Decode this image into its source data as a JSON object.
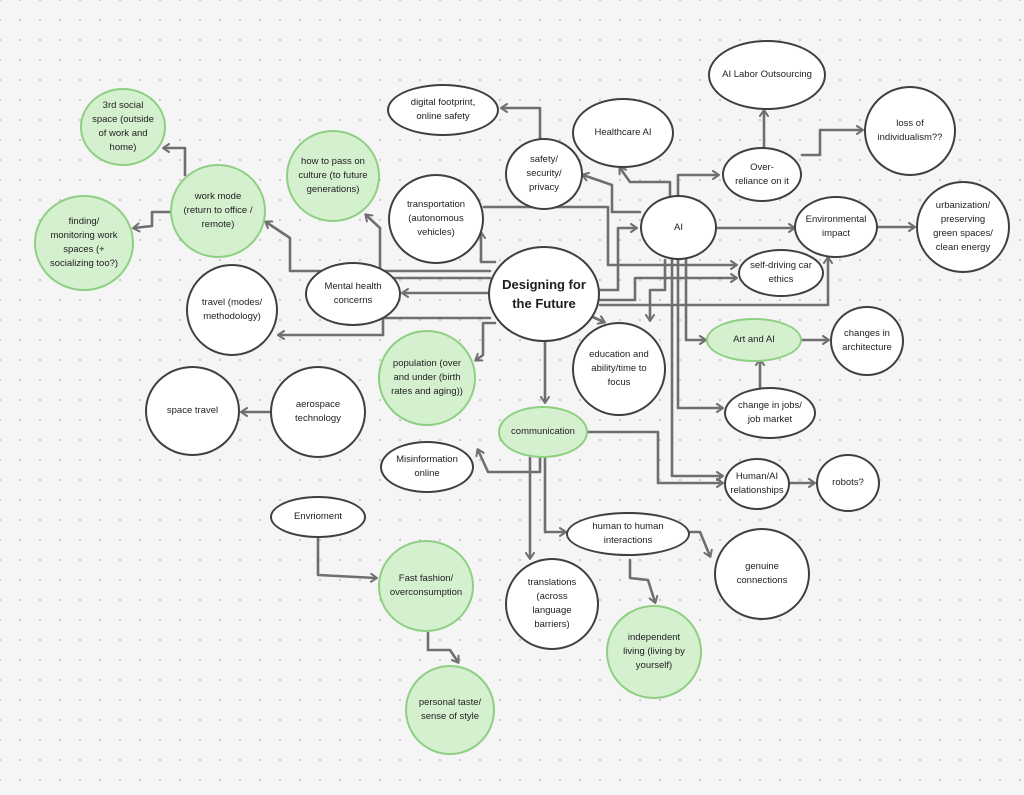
{
  "nodes": {
    "designing": "Designing for the Future",
    "ai": "AI",
    "ai_labor": "AI Labor Outsourcing",
    "loss_individualism": "loss of individualism??",
    "over_reliance": "Over-reliance on it",
    "healthcare_ai": "Healthcare AI",
    "digital_footprint": "digital footprint, online safety",
    "safety": "safety/ security/ privacy",
    "third_space": "3rd social space (outside of work and home)",
    "work_mode": "work mode (return to office / remote)",
    "culture": "how to pass on culture (to future generations)",
    "finding_spaces": "finding/ monitoring work spaces (+ socializing too?)",
    "transportation": "transportation (autonomous vehicles)",
    "environmental": "Environmental impact",
    "urbanization": "urbanization/ preserving green spaces/ clean energy",
    "self_driving": "self-driving car ethics",
    "mental_health": "Mental health concerns",
    "travel": "travel (modes/ methodology)",
    "art_ai": "Art and AI",
    "architecture": "changes in architecture",
    "population": "population (over and under (birth rates and aging))",
    "education": "education and ability/time to focus",
    "space_travel": "space travel",
    "aerospace": "aerospace technology",
    "jobs": "change in jobs/ job market",
    "communication": "communication",
    "misinformation": "Misinformation online",
    "human_ai": "Human/AI relationships",
    "robots": "robots?",
    "enviroment": "Envrioment",
    "human_interactions": "human to human interactions",
    "genuine": "genuine connections",
    "fast_fashion": "Fast fashion/ overconsumption",
    "translations": "translations (across language barriers)",
    "independent": "independent living (living by yourself)",
    "personal_taste": "personal taste/ sense of style"
  },
  "colors": {
    "canvas": "#f5f5f5",
    "node_fill": "#ffffff",
    "node_border": "#3f3f3f",
    "highlight_fill": "#d5f0cf",
    "highlight_border": "#8fcf84",
    "connector": "#6f6f6f"
  }
}
